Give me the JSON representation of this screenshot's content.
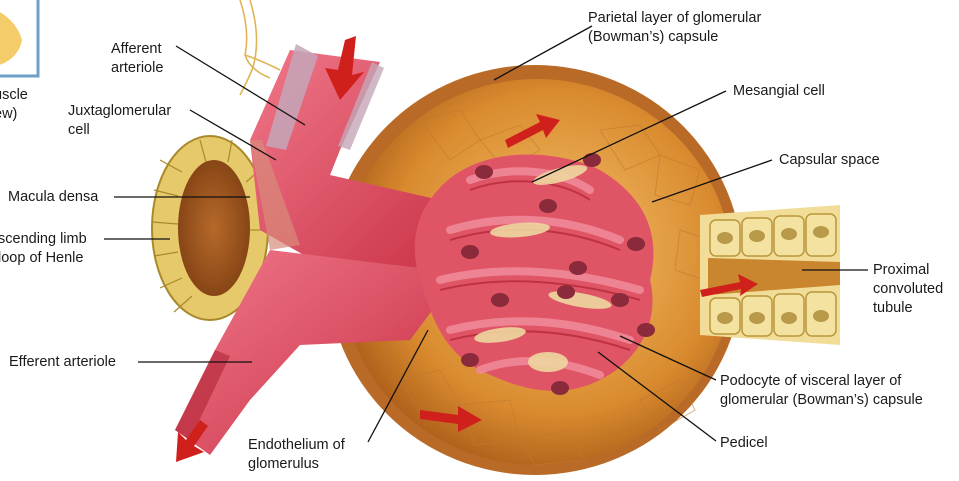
{
  "labels": {
    "muscle_inset": "uscle\new)",
    "afferent_arteriole": "Afferent\narteriole",
    "juxtaglomerular_cell": "Juxtaglomerular\ncell",
    "macula_densa": "Macula densa",
    "ascending_limb": "scending limb\nloop of Henle",
    "efferent_arteriole": "Efferent arteriole",
    "endothelium": "Endothelium of\nglomerulus",
    "parietal_layer": "Parietal layer of glomerular\n(Bowman’s) capsule",
    "mesangial_cell": "Mesangial cell",
    "capsular_space": "Capsular space",
    "proximal_tubule": "Proximal\nconvoluted\ntubule",
    "podocyte": "Podocyte of visceral layer of\nglomerular (Bowman’s) capsule",
    "pedicel": "Pedicel"
  },
  "colors": {
    "vessel": "#e0505f",
    "vessel_dark": "#b02436",
    "capsule": "#c7751e",
    "capsule_light": "#f0b25a",
    "tubule_cell": "#e8d27a",
    "nucleus": "#8a2a3a",
    "flow_arrow": "#d0201c",
    "leader": "#111111"
  }
}
